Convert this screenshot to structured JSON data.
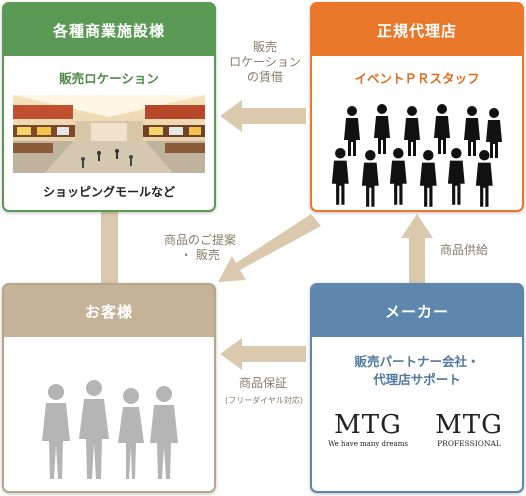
{
  "colors": {
    "venues": "#5b9a55",
    "agency": "#e9782a",
    "customer": "#c4b396",
    "maker": "#5e87ad",
    "arrow": "#dbc9ae"
  },
  "boxes": {
    "venues": {
      "title": "各種商業施設様",
      "subtitle": "販売ロケーション",
      "caption": "ショッピングモールなど",
      "image": "shopping-mall-interior"
    },
    "agency": {
      "title": "正規代理店",
      "subtitle": "イベントＰＲスタッフ",
      "image": "staff-silhouettes"
    },
    "customer": {
      "title": "お客様",
      "image": "customer-silhouettes"
    },
    "maker": {
      "title": "メーカー",
      "subtitle_line1": "販売パートナー会社・",
      "subtitle_line2": "代理店サポート",
      "logo1_main": "MTG",
      "logo1_sub": "We have many dreams",
      "logo2_main": "MTG",
      "logo2_sub": "PROFESSIONAL"
    }
  },
  "arrows": {
    "rent_line1": "販売",
    "rent_line2": "ロケーション",
    "rent_line3": "の賃借",
    "proposal_line1": "商品のご提案",
    "proposal_line2": "・ 販売",
    "supply": "商品供給",
    "guarantee": "商品保証",
    "guarantee_sub": "(フリーダイヤル対応)"
  }
}
